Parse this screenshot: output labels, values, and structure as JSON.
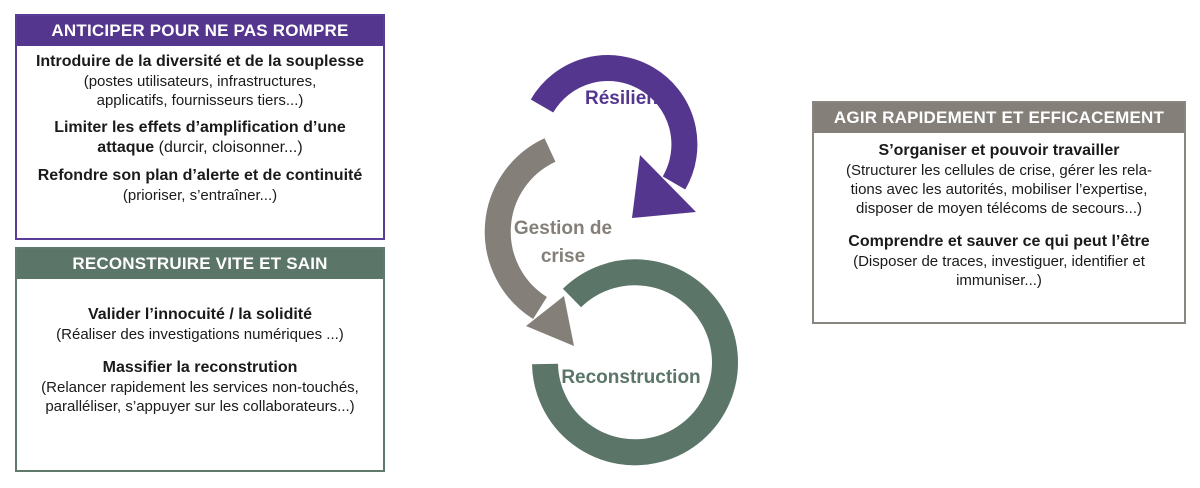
{
  "boxes": {
    "anticiper": {
      "header": "ANTICIPER POUR NE PAS ROMPRE",
      "items": [
        {
          "title": "Introduire de la diversité et de la souplesse",
          "detail_line1": "(postes utilisateurs, infrastructures,",
          "detail_line2": "applicatifs, fournisseurs tiers...)"
        },
        {
          "title_line1": "Limiter les effets d’amplification d’une",
          "title_line2": "attaque",
          "inline_detail": " (durcir, cloisonner...)"
        },
        {
          "title": "Refondre son plan d’alerte et de continuité",
          "detail": "(prioriser, s’entraîner...)"
        }
      ]
    },
    "reconstruire": {
      "header": "RECONSTRUIRE VITE ET SAIN",
      "items": [
        {
          "title": "Valider l’innocuité / la solidité",
          "detail": "(Réaliser des investigations numériques ...)"
        },
        {
          "title": "Massifier la reconstrution",
          "detail_line1": "(Relancer rapidement les services non-touchés,",
          "detail_line2": "paralléliser, s’appuyer sur les collaborateurs...)"
        }
      ]
    },
    "agir": {
      "header": "AGIR RAPIDEMENT ET EFFICACEMENT",
      "items": [
        {
          "title": "S’organiser et pouvoir travailler",
          "detail_line1": "(Structurer les cellules de crise, gérer les rela-",
          "detail_line2": "tions avec les autorités, mobiliser l’expertise,",
          "detail_line3": "disposer de moyen télécoms de secours...)"
        },
        {
          "title": "Comprendre et sauver ce qui peut l’être",
          "detail_line1": "(Disposer de traces, investiguer, identifier et",
          "detail_line2": "immuniser...)"
        }
      ]
    }
  },
  "cycle": {
    "resilience": "Résilience",
    "gestion_line1": "Gestion de",
    "gestion_line2": "crise",
    "reconstruction": "Reconstruction",
    "colors": {
      "resilience": "#55368f",
      "gestion": "#857f7a",
      "reconstruction": "#5b7568"
    }
  }
}
